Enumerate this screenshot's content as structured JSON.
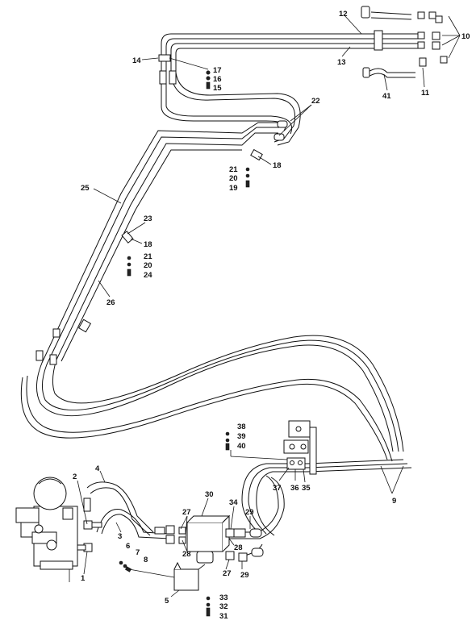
{
  "callouts": [
    "1",
    "2",
    "3",
    "4",
    "5",
    "6",
    "7",
    "8",
    "9",
    "10",
    "11",
    "12",
    "13",
    "14",
    "15",
    "16",
    "17",
    "18",
    "18",
    "19",
    "20",
    "20",
    "21",
    "21",
    "22",
    "23",
    "24",
    "25",
    "26",
    "27",
    "27",
    "28",
    "28",
    "29",
    "29",
    "30",
    "31",
    "32",
    "33",
    "34",
    "35",
    "36",
    "37",
    "38",
    "39",
    "40",
    "41"
  ]
}
